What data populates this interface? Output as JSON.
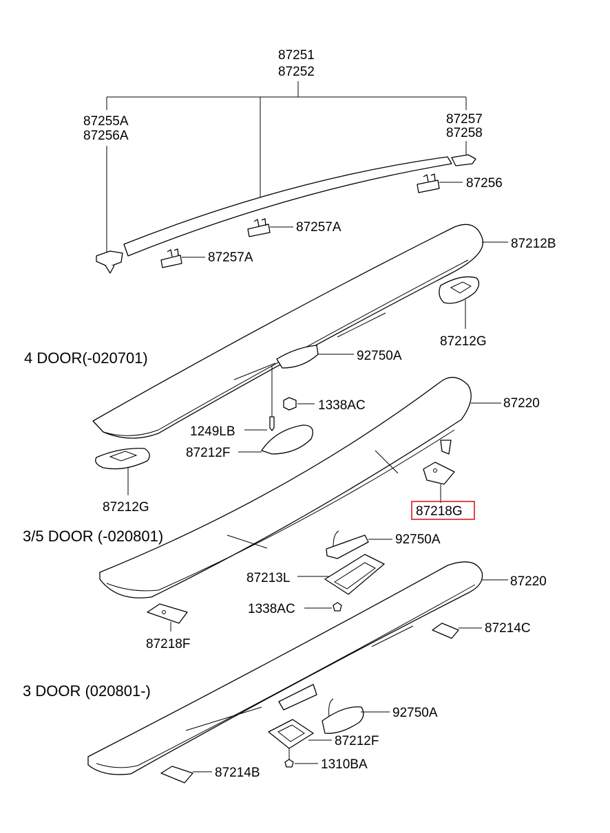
{
  "diagram": {
    "sections": {
      "four_door": "4 DOOR(-020701)",
      "three_five_door": "3/5 DOOR (-020801)",
      "three_door": "3 DOOR (020801-)"
    },
    "labels": {
      "p87251": "87251",
      "p87252": "87252",
      "p87255A": "87255A",
      "p87256A": "87256A",
      "p87257": "87257",
      "p87258": "87258",
      "p87256": "87256",
      "p87257A_1": "87257A",
      "p87257A_2": "87257A",
      "p87212B": "87212B",
      "p87212G_1": "87212G",
      "p92750A_1": "92750A",
      "p87220_1": "87220",
      "p1338AC_1": "1338AC",
      "p1249LB": "1249LB",
      "p87212F_1": "87212F",
      "p87212G_2": "87212G",
      "p87218G": "87218G",
      "p92750A_2": "92750A",
      "p87213L": "87213L",
      "p87220_2": "87220",
      "p1338AC_2": "1338AC",
      "p87214C": "87214C",
      "p87218F": "87218F",
      "p92750A_3": "92750A",
      "p87212F_2": "87212F",
      "p1310BA": "1310BA",
      "p87214B": "87214B"
    },
    "highlighted_part": "87218G",
    "colors": {
      "line": "#000000",
      "highlight": "#e0141e",
      "background": "#ffffff"
    }
  }
}
